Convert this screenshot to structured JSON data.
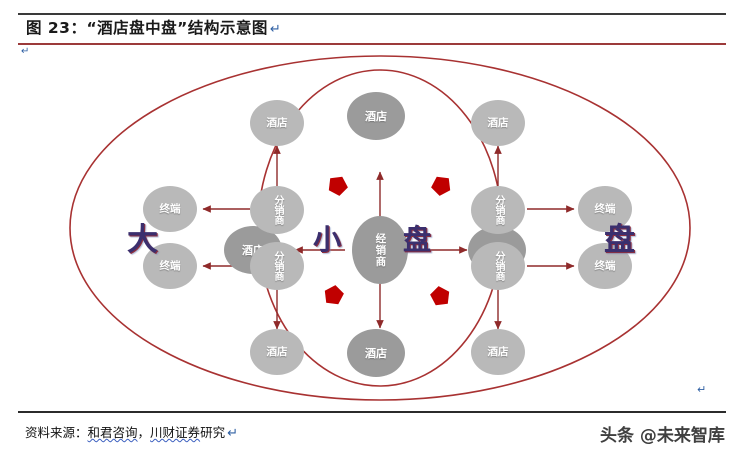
{
  "figure": {
    "title": "图 23：“酒店盘中盘”结构示意图",
    "title_mark": "↵",
    "left_mark": "↵",
    "right_mark": "↵"
  },
  "footer": {
    "source_label": "资料来源：",
    "source_a": "和君咨询",
    "source_sep": "，",
    "source_b": "川财证券",
    "source_tail": "研究",
    "source_mark": "↵",
    "watermark": "头条 @未来智库"
  },
  "colors": {
    "ellipse_stroke": "#a83232",
    "arrow": "#8f2a2a",
    "marker_fill": "#c00000",
    "node_fill": "#a6a6a6",
    "node_fill_dark": "#9b9b9b",
    "node_text": "#ffffff",
    "big_char": "#3b2f6e",
    "title_rule": "#3a3a3a",
    "title_rule_accent": "#9c3a3a"
  },
  "diagram": {
    "outer_label_left": "大",
    "outer_label_right": "盘",
    "inner_label_left": "小",
    "inner_label_right": "盘",
    "center": {
      "label": "经销商",
      "lines": [
        "经",
        "销",
        "商"
      ]
    },
    "inner_hotels": [
      {
        "id": "inner-hotel-top",
        "label": "酒店"
      },
      {
        "id": "inner-hotel-bottom",
        "label": "酒店"
      },
      {
        "id": "inner-hotel-left",
        "label": "酒店"
      },
      {
        "id": "inner-hotel-right",
        "label": "酒店"
      }
    ],
    "distributors": [
      {
        "id": "distributor-top-left",
        "label": "分销商"
      },
      {
        "id": "distributor-top-right",
        "label": "分销商"
      },
      {
        "id": "distributor-bottom-left",
        "label": "分销商"
      },
      {
        "id": "distributor-bottom-right",
        "label": "分销商"
      }
    ],
    "outer_hotels": [
      {
        "id": "outer-hotel-top-left",
        "label": "酒店"
      },
      {
        "id": "outer-hotel-top-right",
        "label": "酒店"
      },
      {
        "id": "outer-hotel-bottom-left",
        "label": "酒店"
      },
      {
        "id": "outer-hotel-bottom-right",
        "label": "酒店"
      }
    ],
    "terminals": [
      {
        "id": "terminal-top-left",
        "label": "终端"
      },
      {
        "id": "terminal-top-right",
        "label": "终端"
      },
      {
        "id": "terminal-bottom-left",
        "label": "终端"
      },
      {
        "id": "terminal-bottom-right",
        "label": "终端"
      }
    ]
  }
}
